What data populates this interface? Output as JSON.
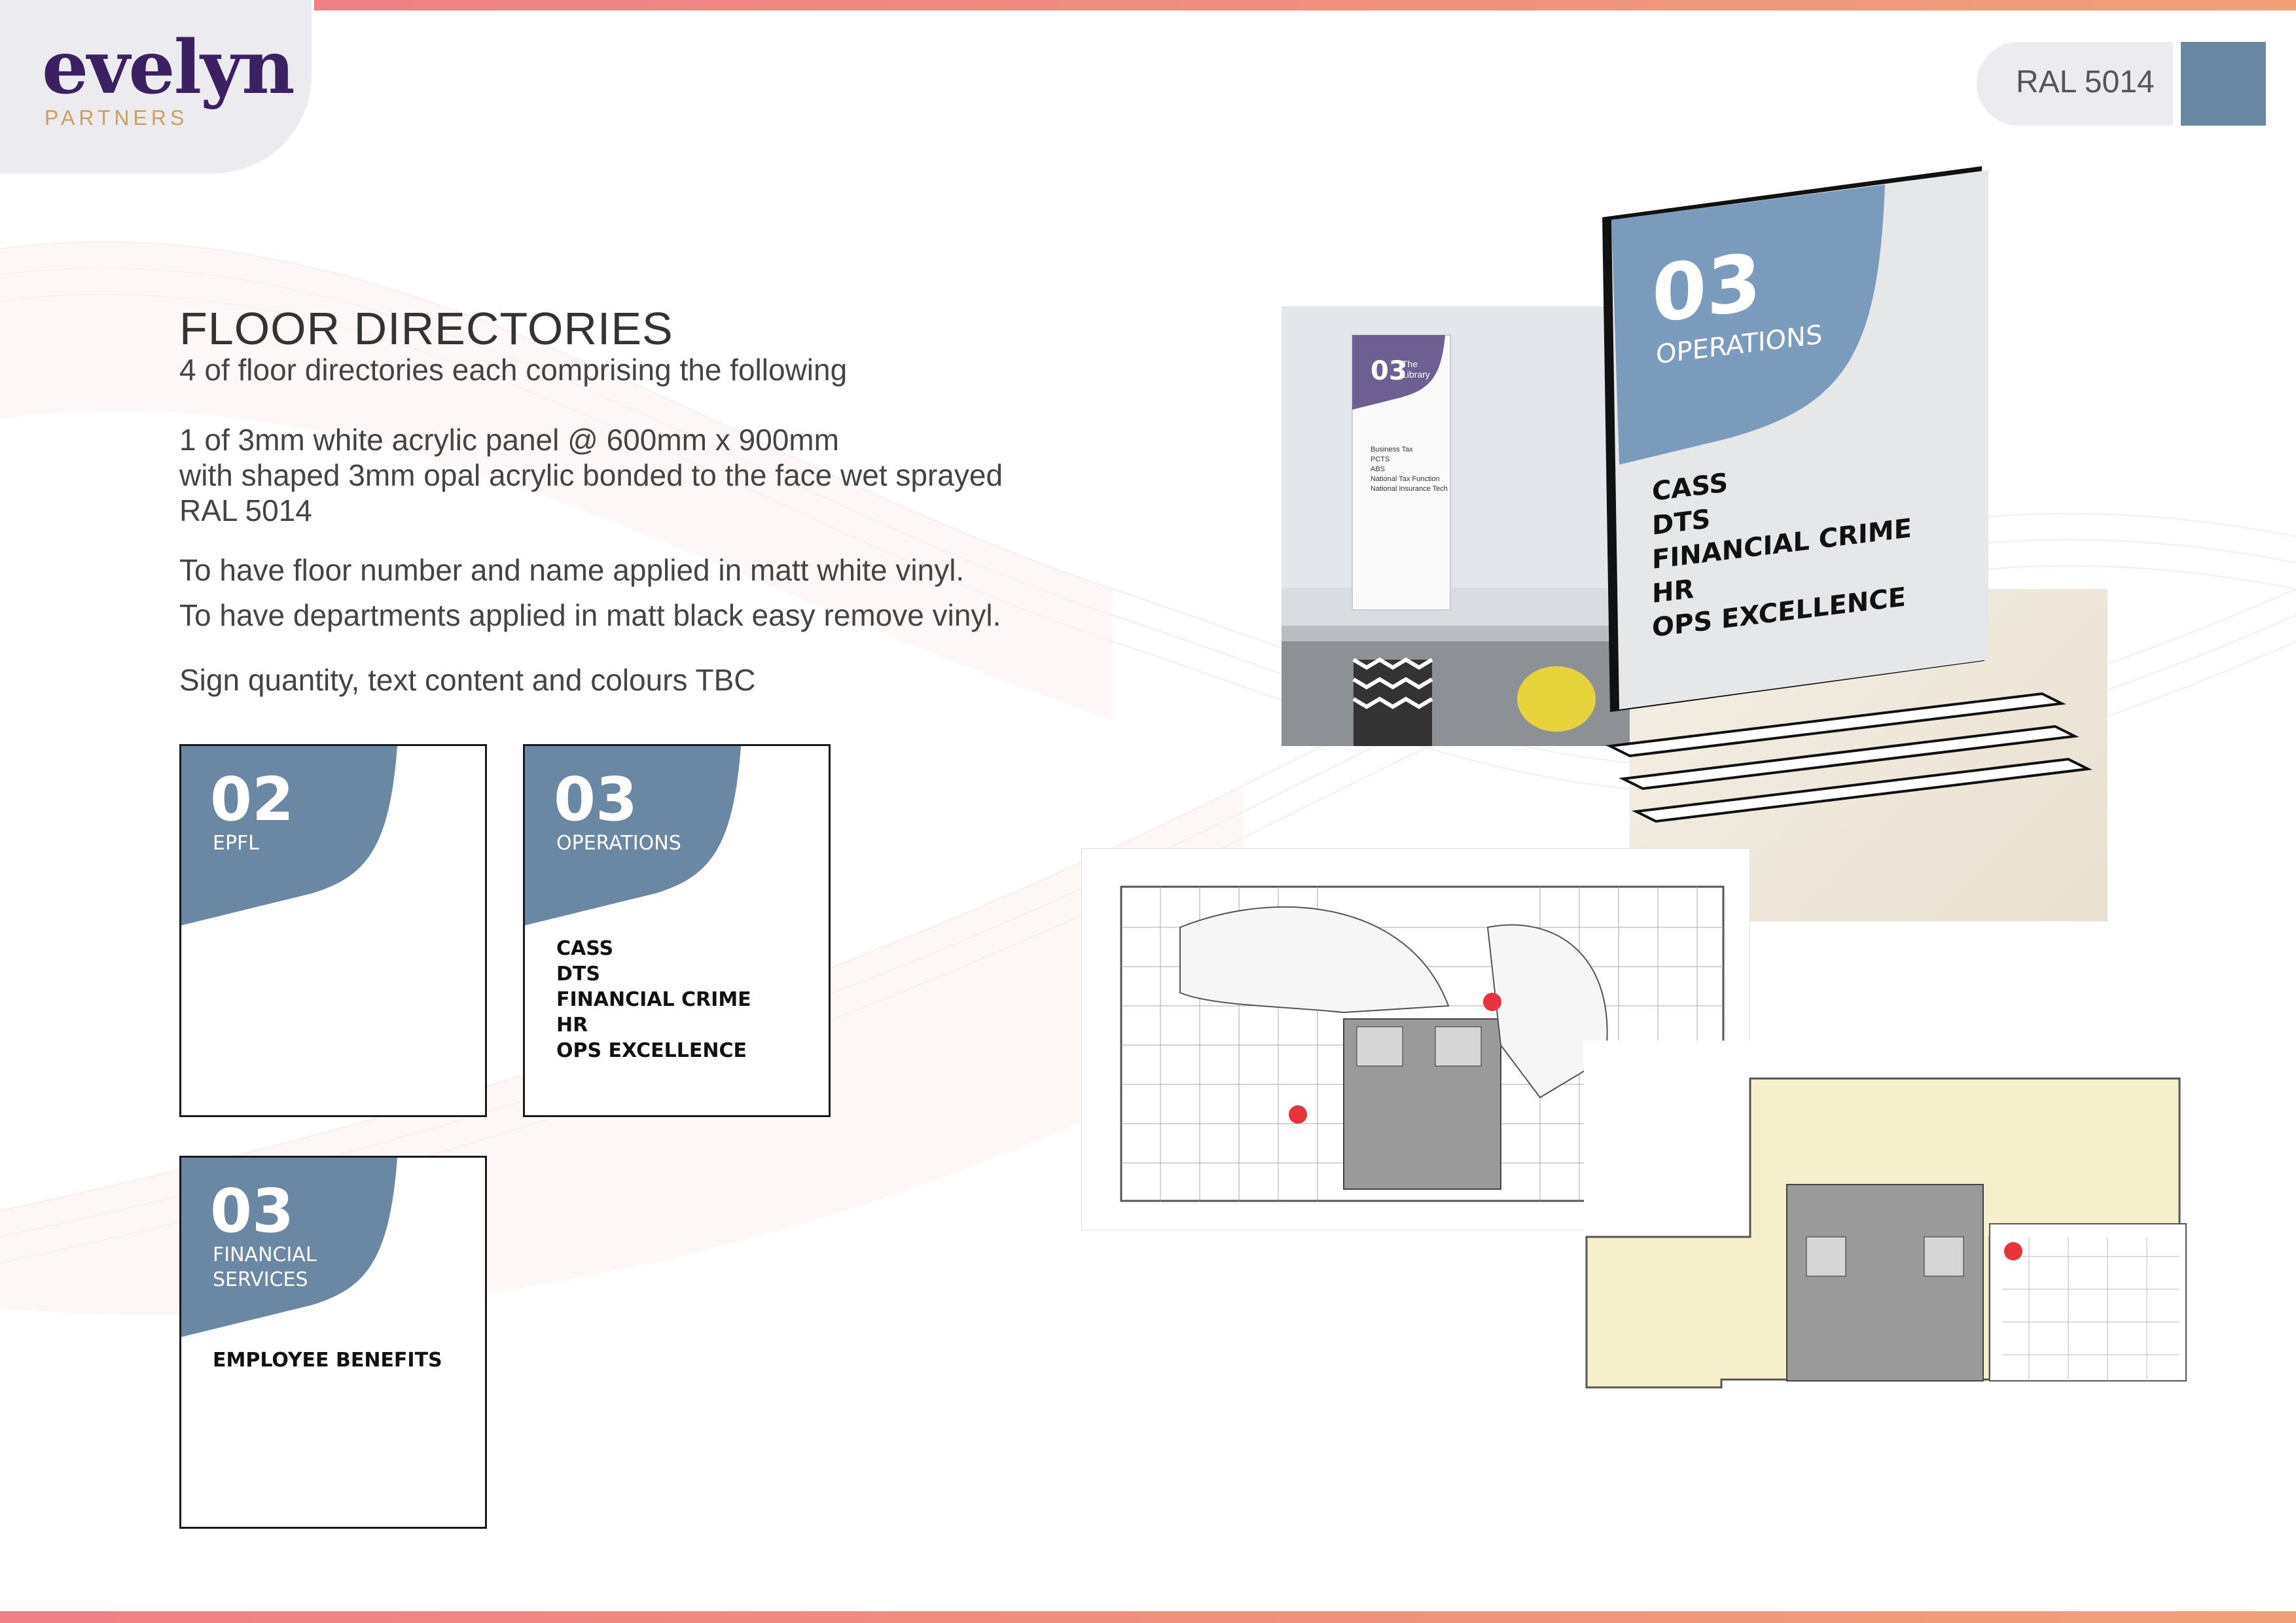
{
  "brand": {
    "name": "evelyn",
    "sub": "PARTNERS"
  },
  "ral": {
    "label": "RAL 5014",
    "swatch_color": "#6a87a3"
  },
  "heading": {
    "title": "FLOOR DIRECTORIES",
    "subtitle": "4 of floor directories each comprising the following"
  },
  "spec": {
    "line1": "1 of 3mm white acrylic panel @ 600mm x 900mm",
    "line2": "with shaped 3mm opal acrylic bonded to the face wet sprayed",
    "line3": "RAL 5014",
    "vinyl_white": "To have floor number and name applied in matt white vinyl.",
    "vinyl_black": "To have departments applied in matt black easy remove vinyl.",
    "tbc": "Sign quantity, text content and colours TBC"
  },
  "signs": [
    {
      "number": "02",
      "name": "EPFL",
      "departments": []
    },
    {
      "number": "03",
      "name": "OPERATIONS",
      "departments": [
        "CASS",
        "DTS",
        "FINANCIAL CRIME",
        "HR",
        "OPS EXCELLENCE"
      ]
    },
    {
      "number": "03",
      "name_line1": "FINANCIAL",
      "name_line2": "SERVICES",
      "departments": [
        "EMPLOYEE BENEFITS"
      ]
    }
  ],
  "mockup_sign": {
    "number": "03",
    "name": "OPERATIONS",
    "departments": [
      "CASS",
      "DTS",
      "FINANCIAL CRIME",
      "HR",
      "OPS EXCELLENCE"
    ]
  },
  "photo_sign": {
    "number": "03",
    "name_line1": "The",
    "name_line2": "Library",
    "items": [
      "Business Tax",
      "PCTS",
      "ABS",
      "National Tax Function",
      "National Insurance Tech"
    ]
  },
  "colors": {
    "sign_blue": "#6a87a3",
    "accent_coral": "#f07f86",
    "plan_yellow": "#f6efcb",
    "marker_red": "#e8323c"
  }
}
